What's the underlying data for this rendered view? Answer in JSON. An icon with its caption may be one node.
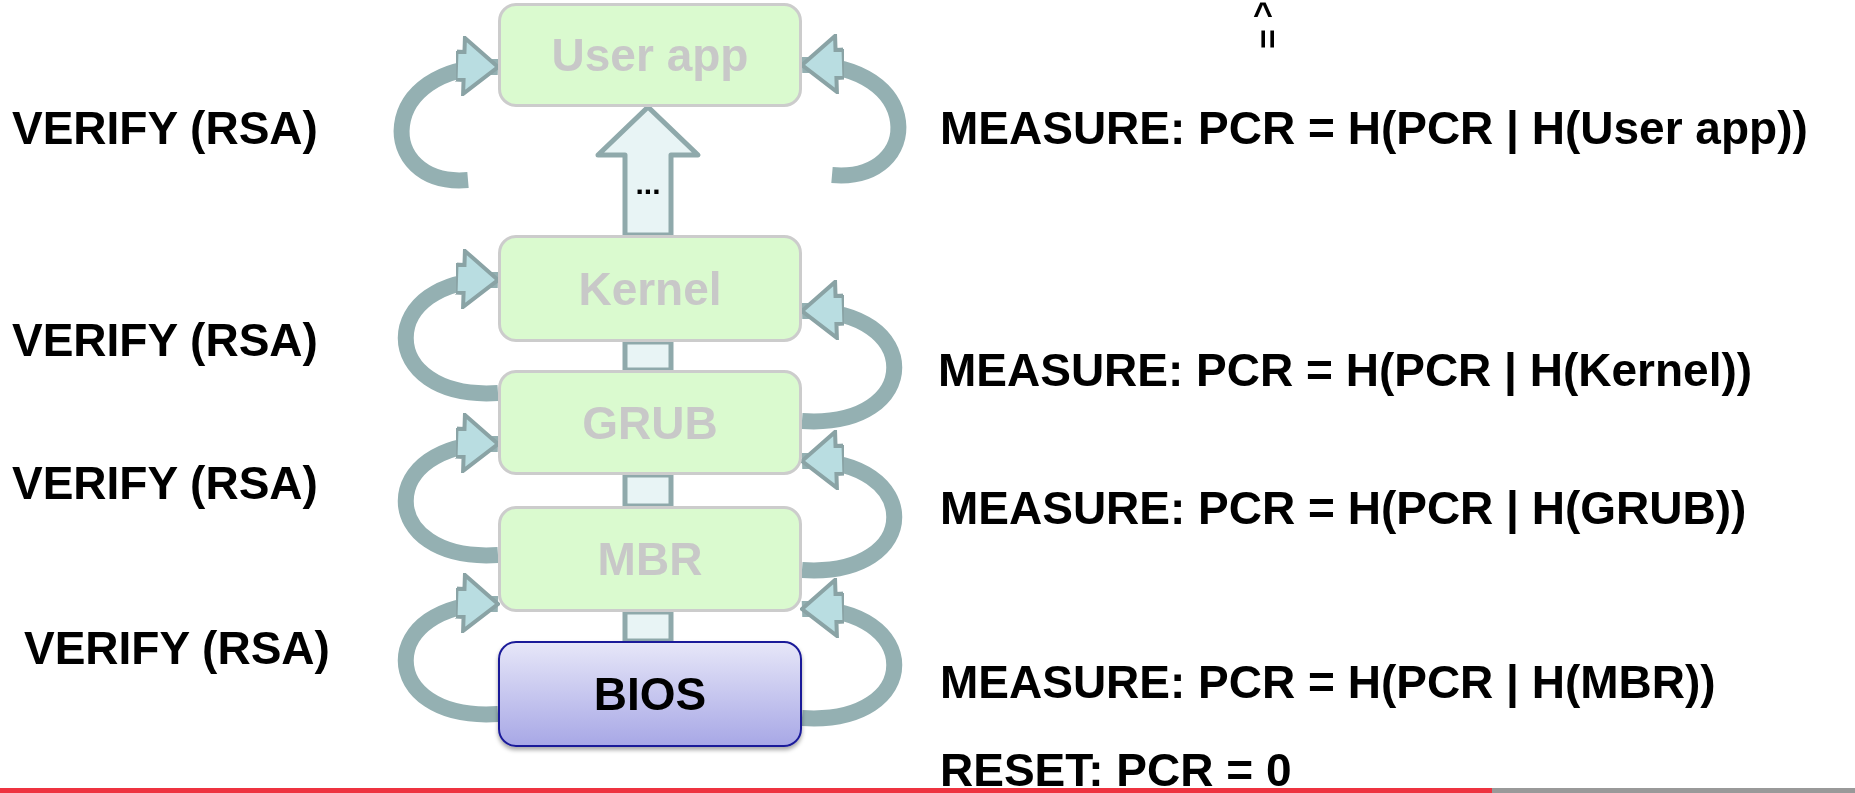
{
  "diagram": {
    "nodes": [
      {
        "text": [
          "User app"
        ]
      },
      {
        "text": [
          "Kernel"
        ]
      },
      {
        "text": [
          "GRUB"
        ]
      },
      {
        "text": [
          "MBR"
        ]
      },
      {
        "text": [
          "BIOS"
        ]
      }
    ],
    "edges": [
      {
        "from": 4,
        "to": 3,
        "arrow": "none",
        "style": "thick"
      },
      {
        "from": 3,
        "to": 2,
        "arrow": "none",
        "style": "thick"
      },
      {
        "from": 2,
        "to": 1,
        "arrow": "none",
        "style": "thick"
      },
      {
        "from": 1,
        "to": 0,
        "arrow": "to",
        "style": "thick",
        "label": "..."
      },
      {
        "from": 4,
        "to": 3,
        "arrow": "to"
      },
      {
        "from": 3,
        "to": 2,
        "arrow": "to"
      },
      {
        "from": 2,
        "to": 1,
        "arrow": "to"
      },
      {
        "from": null,
        "to": 0,
        "arrow": "to"
      },
      {
        "from": 4,
        "to": 3,
        "arrow": "to"
      },
      {
        "from": 3,
        "to": 2,
        "arrow": "to"
      },
      {
        "from": 2,
        "to": 1,
        "arrow": "to"
      },
      {
        "from": null,
        "to": 0,
        "arrow": "to"
      }
    ],
    "labels": [
      "^",
      "=",
      "VERIFY (RSA)",
      "MEASURE: PCR = H(PCR | H(User app))",
      "VERIFY (RSA)",
      "MEASURE: PCR = H(PCR | H(Kernel))",
      "VERIFY (RSA)",
      "MEASURE: PCR = H(PCR | H(GRUB))",
      "VERIFY (RSA)",
      "MEASURE: PCR = H(PCR | H(MBR))",
      "RESET: PCR = 0"
    ]
  }
}
